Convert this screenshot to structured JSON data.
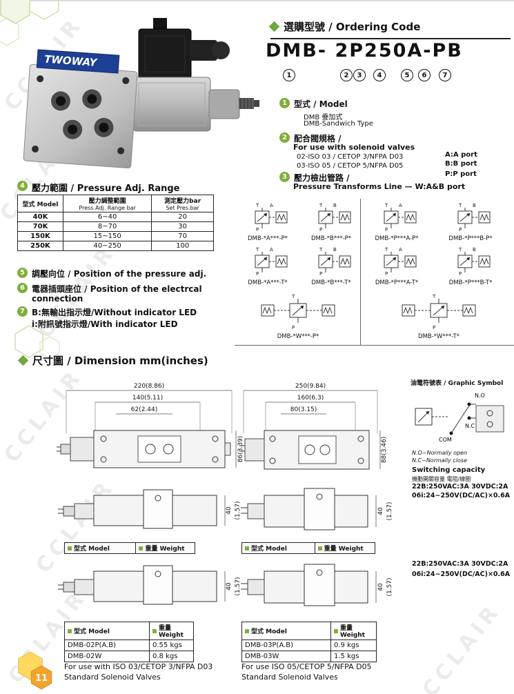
{
  "watermark": "CCLAIR",
  "photo": {
    "brand": "TWOWAY"
  },
  "ordering": {
    "header": "選購型號 / Ordering Code",
    "code": "DMB- 2P250A-PB",
    "c1": "1",
    "c2": "2",
    "c3": "3",
    "c4": "4",
    "c5": "5",
    "c6": "6",
    "c7": "7",
    "item1_num": "1",
    "item1_title": "型式 / Model",
    "item1_line1": "DMB 疊加式",
    "item1_line2": "DMB-Sandwich Type",
    "item2_num": "2",
    "item2_title": "配合閥規格 /",
    "item2_title2": "For use with solenoid valves",
    "item2_line1": "02-ISO 03 / CETOP 3/NFPA D03",
    "item2_line2": "03-ISO 05 / CETOP 5/NFPA D05",
    "portA": "A:A port",
    "portB": "B:B port",
    "portP": "P:P port",
    "item3_num": "3",
    "item3_title": "壓力檢出管路 /",
    "item3_title2": "Pressure Transforms Line — W:A&B port"
  },
  "pressure": {
    "num": "4",
    "title": "壓力範圍 / Pressure Adj. Range",
    "h1": "型式 Model",
    "h2a": "壓力調整範圍",
    "h2b": "Press Adj. Range bar",
    "h3a": "測定壓力bar",
    "h3b": "Set Pres.bar",
    "rows": [
      {
        "model": "40K",
        "range": "6~40",
        "set": "20"
      },
      {
        "model": "70K",
        "range": "8~70",
        "set": "30"
      },
      {
        "model": "150K",
        "range": "15~150",
        "set": "70"
      },
      {
        "model": "250K",
        "range": "40~250",
        "set": "100"
      }
    ]
  },
  "notes": {
    "n5_num": "5",
    "n5": "調壓向位 / Position of the pressure adj.",
    "n6_num": "6",
    "n6a": "電器插頭座位 / Position of the electrcal",
    "n6b": "connection",
    "n7_num": "7",
    "n7a": "B:無輸出指示燈/Without indicator LED",
    "n7b": "i:附訊號指示燈/With indicator LED"
  },
  "symbols": {
    "t": "T",
    "p": "P",
    "a": "A",
    "b": "B",
    "labels": [
      "DMB-*A***-P*",
      "DMB-*B***-P*",
      "DMB-*P***A-P*",
      "DMB-*P***B-P*",
      "DMB-*A***-T*",
      "DMB-*B***-T*",
      "DMB-*P***A-T*",
      "DMB-*P***B-T*",
      "DMB-*W***-P*",
      "DMB-*W***-T*"
    ]
  },
  "dims": {
    "header": "尺寸圖 / Dimension mm(inches)",
    "left": {
      "d1": "220(8.86)",
      "d2": "140(5.11)",
      "d3": "62(2.44)",
      "h": "86(3.39)",
      "s40": "40",
      "s157": "(1.57)"
    },
    "right": {
      "d1": "250(9.84)",
      "d2": "160(6.3)",
      "d3": "80(3.15)",
      "h": "88(3.46)",
      "s40": "40",
      "s157": "(1.57)"
    }
  },
  "gsym": {
    "title": "油電符號表 / Graphic Symbol",
    "no": "N.O",
    "nc": "N.C",
    "com": "COM",
    "note1": "N.O~Normally open",
    "note2": "N.C~Normally close",
    "cap_title": "Switching capacity",
    "cap_sub": "機動開關容量 電阻/線圈",
    "cap1": "22B:250VAC:3A 30VDC:2A",
    "cap2": "06i:24~250V(DC/AC)×0.6A"
  },
  "mini": {
    "col1": "型式 Model",
    "col2": "重量 Weight"
  },
  "weights": {
    "left": {
      "col1": "型式 Model",
      "col2": "重量 Weight",
      "rows": [
        {
          "model": "DMB-02P(A.B)",
          "w": "0.55 kgs"
        },
        {
          "model": "DMB-02W",
          "w": "0.8  kgs"
        }
      ]
    },
    "right": {
      "col1": "型式 Model",
      "col2": "重量 Weight",
      "rows": [
        {
          "model": "DMB-03P(A.B)",
          "w": "0.9 kgs"
        },
        {
          "model": "DMB-03W",
          "w": "1.5  kgs"
        }
      ]
    }
  },
  "footer": {
    "l1": "For use with ISO 03/CETOP 3/NFPA D03",
    "l2": "Standard Solenoid Valves",
    "r1": "For use  ISO 05/CETOP 5/NFPA D05",
    "r2": "Standard Solenoid Valves",
    "page": "11"
  }
}
